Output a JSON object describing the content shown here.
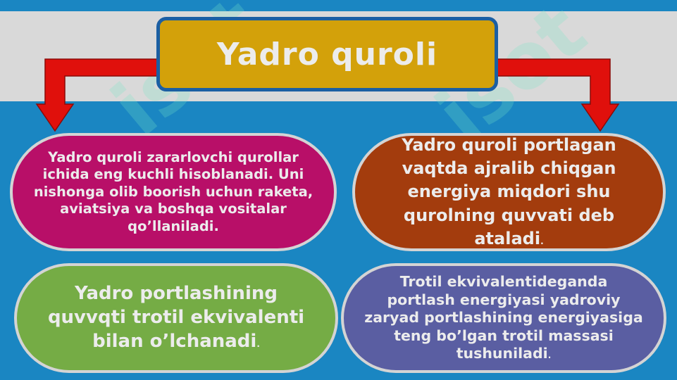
{
  "title": "Yadro quroli",
  "boxes": [
    {
      "text": "Yadro quroli zararlovchi qurollar ichida eng kuchli hisoblanadi. Uni nishonga olib boorish uchun raketa, aviatsiya va boshqa vositalar qo’llaniladi."
    },
    {
      "text": "Yadro quroli portlagan vaqtda ajralib chiqgan energiya miqdori shu qurolning quvvati deb ataladi",
      "suffix": "."
    },
    {
      "text": "Yadro portlashining quvvqti trotil ekvivalenti bilan o’lchanadi",
      "suffix": "."
    },
    {
      "text": "Trotil ekvivalentideganda portlash energiyasi yadroviy zaryad portlashining energiyasiga teng bo’lgan trotil massasi tushuniladi",
      "suffix": "."
    }
  ],
  "watermark": "isot",
  "colors": {
    "background": "#1a86c2",
    "band": "#d9d9d9",
    "title_box": "#d3a10a",
    "arrow": "#e0100c",
    "box1": "#b80f68",
    "box2": "#a33c0d",
    "box3": "#75ac45",
    "box4": "#5a5ea2"
  }
}
